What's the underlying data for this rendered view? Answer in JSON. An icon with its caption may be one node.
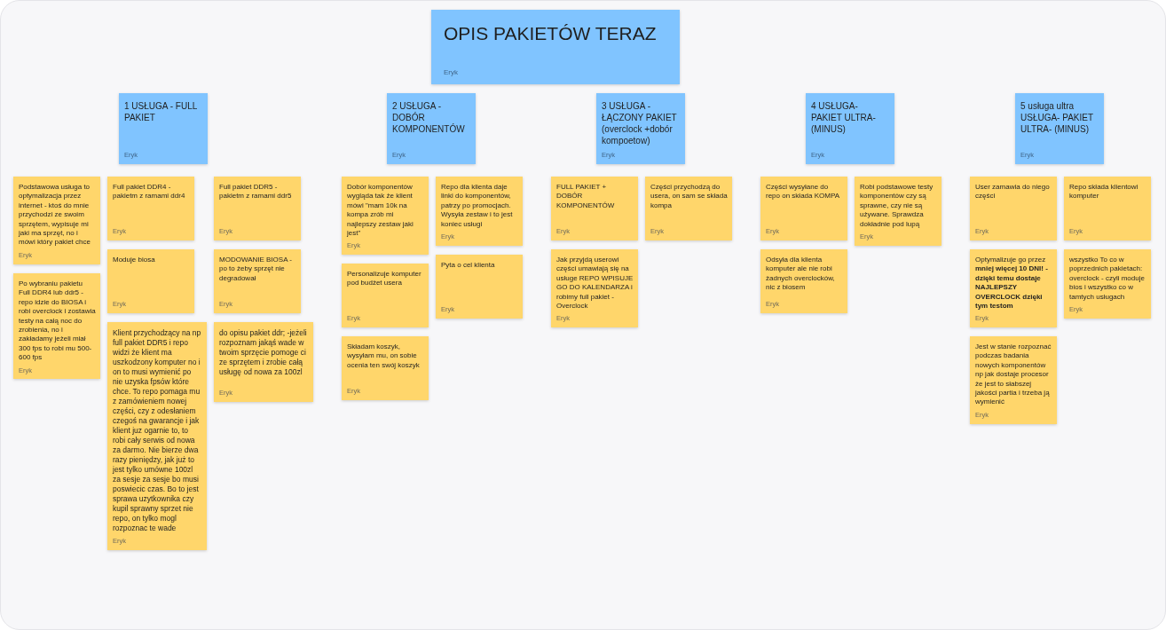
{
  "diagram": {
    "nodes": [
      {
        "text": [
          "OPIS PAKIETÓW TERAZ",
          "Eryk"
        ]
      },
      {
        "text": [
          "1 USŁUGA - FULL PAKIET",
          "Eryk"
        ]
      },
      {
        "text": [
          "Podstawowa usługa to optymalizacja przez internet - ktoś do mnie przychodzi ze swoim sprzętem, wypisuje mi jaki ma sprzęt, no i mówi który pakiet chce",
          "Eryk"
        ]
      },
      {
        "text": [
          "Full pakiet DDR4 - pakietm z ramami ddr4",
          "Eryk"
        ]
      },
      {
        "text": [
          "Full pakiet DDR5 - pakietm z ramami ddr5",
          "Eryk"
        ]
      },
      {
        "text": [
          "Po wybraniu pakietu Full DDR4 lub ddr5 - repo idzie do BIOSA i robi overclock i zostawia testy na całą noc do zrobienia, no i zakładamy jeżeli miał 300 fps to robi mu 500-600 fps",
          "Eryk"
        ]
      },
      {
        "text": [
          "Moduje biosa",
          "Eryk"
        ]
      },
      {
        "text": [
          "MODOWANIE BIOSA - po to żeby sprzęt nie degradował",
          "Eryk"
        ]
      },
      {
        "text": [
          "Klient przychodzący na np full pakiet DDR5 i repo widzi że klient ma uszkodzony komputer no i on to musi wymienić po nie uzyska fpsów które chce. To repo pomaga mu z zamówieniem nowej części, czy z odesłaniem czegoś na gwarancje i jak klient juz ogarnie to, to robi cały serwis od nowa za darmo. Nie bierze dwa razy pieniędzy, jak już to jest tylko umówne 100zl za sesje za sesje bo musi poswiecic czas. Bo to jest sprawa uzytkownika czy kupil sprawny sprzet nie repo, on tylko mogl rozpoznac te wade",
          "Eryk"
        ]
      },
      {
        "text": [
          "do opisu pakiet ddr; -jeżeli rozpoznam jakąś wade w twoim sprzęcie pomoge ci ze sprzętem i zrobie całą usługę od nowa za 100zl",
          "Eryk"
        ]
      },
      {
        "text": [
          "2 USŁUGA - DOBÓR KOMPONENTÓW",
          "Eryk"
        ]
      },
      {
        "text": [
          "Dobór komponentów wygląda tak że klient mówi \"mam 10k na kompa zrób mi najlepszy zestaw jaki jest\"",
          "Eryk"
        ]
      },
      {
        "text": [
          "Repo dla klienta daje linki do komponentów, patrzy po promocjach. Wysyła zestaw i to jest koniec usługi",
          "Eryk"
        ]
      },
      {
        "text": [
          "Personalizuje komputer pod budżet usera",
          "Eryk"
        ]
      },
      {
        "text": [
          "Pyta o cel klienta",
          "Eryk"
        ]
      },
      {
        "text": [
          "Składam koszyk, wysyłam mu, on sobie ocenia ten swój koszyk",
          "Eryk"
        ]
      },
      {
        "text": [
          "3 USŁUGA - ŁĄCZONY PAKIET (overclock +dobór kompoetow)",
          "Eryk"
        ]
      },
      {
        "text": [
          "FULL PAKIET + DOBÓR KOMPONENTÓW",
          "Eryk"
        ]
      },
      {
        "text": [
          "Części przychodzą do usera, on sam se składa kompa",
          "Eryk"
        ]
      },
      {
        "text": [
          "Jak przyjdą userowi części umawiają się na usługe REPO WPISUJE GO DO KALENDARZA i robimy full pakiet - Overclock",
          "Eryk"
        ]
      },
      {
        "text": [
          "4 USŁUGA- PAKIET ULTRA- (MINUS)",
          "Eryk"
        ]
      },
      {
        "text": [
          "Części wysyłane do repo on składa KOMPA",
          "Eryk"
        ]
      },
      {
        "text": [
          "Robi podstawowe testy komponentów czy są sprawne, czy nie są używane. Sprawdza dokładnie pod lupą",
          "Eryk"
        ]
      },
      {
        "text": [
          "Odsyła dla klienta komputer ale nie robi żadnych overclocków, nic z biosem",
          "Eryk"
        ]
      },
      {
        "text": [
          "5 usługa ultra USŁUGA- PAKIET ULTRA- (MINUS)",
          "Eryk"
        ]
      },
      {
        "text": [
          "User zamawia do niego części",
          "Eryk"
        ]
      },
      {
        "text": [
          "Repo składa klientowi komputer",
          "Eryk"
        ]
      },
      {
        "text": [
          "Optymalizuje go przez **mniej więcej 10 DNI! - dzięki temu dostaje NAJLEPSZY OVERCLOCK dzięki tym testom**",
          "Eryk"
        ]
      },
      {
        "text": [
          "wszystko To co w poprzednich pakietach: overclock - czyli moduje bios i wszystko co w tamtych usługach",
          "Eryk"
        ]
      },
      {
        "text": [
          "Jest w stanie rozpoznać podczas badania nowych komponentów np jak dostaje procesor że jest to słabszej jakości partia i trzeba ją wymienić",
          "Eryk"
        ]
      }
    ]
  }
}
